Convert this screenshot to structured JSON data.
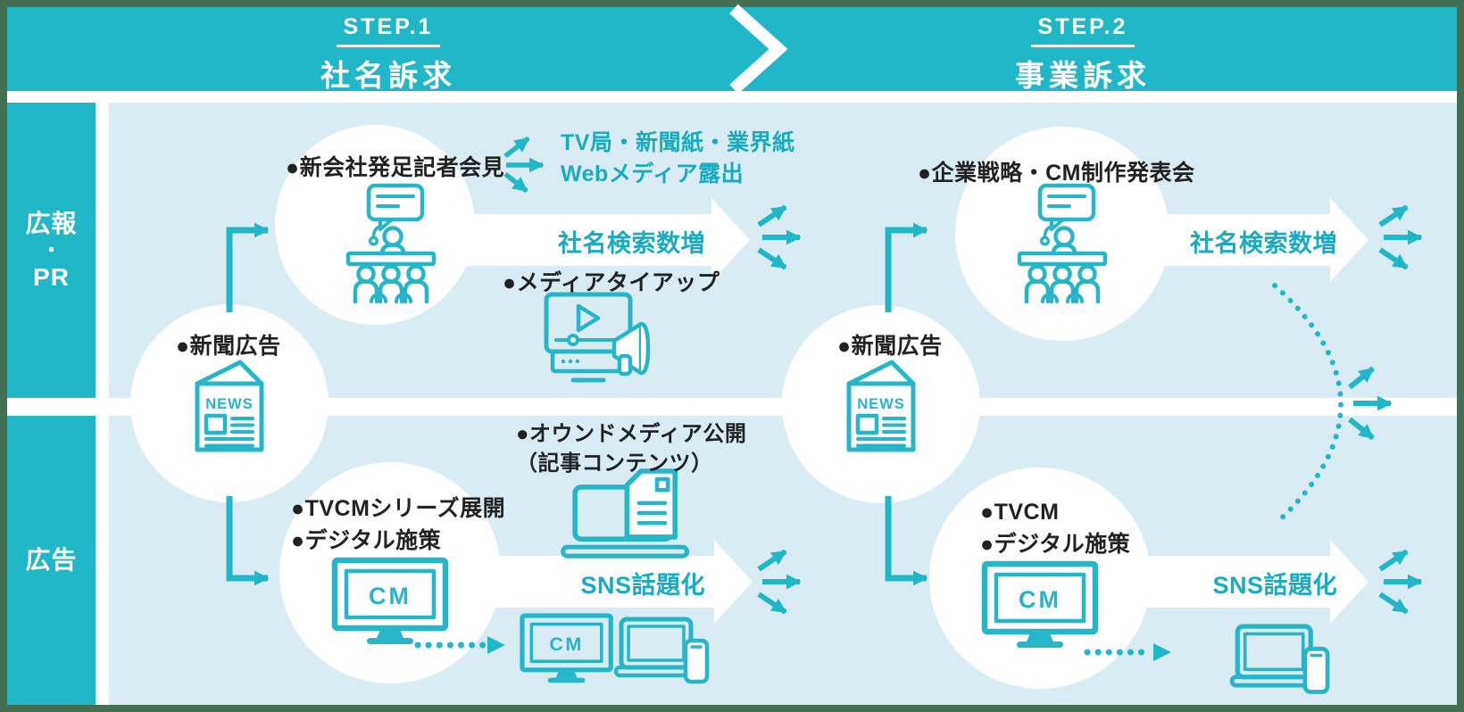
{
  "colors": {
    "accent": "#20b7c9",
    "accent_text": "#18abc2",
    "icon_stroke": "#26b5c9",
    "light_blue": "#d9ecf4",
    "ink": "#222222",
    "frame_green": "#446e52",
    "white": "#ffffff"
  },
  "header": {
    "step1_label": "STEP.1",
    "step1_title": "社名訴求",
    "step2_label": "STEP.2",
    "step2_title": "事業訴求"
  },
  "sidebar": {
    "pr_line1": "広報",
    "pr_dot": "・",
    "pr_line2": "PR",
    "ad_label": "広告"
  },
  "step1": {
    "press_event": "●新会社発足記者会見",
    "exposure_line1": "TV局・新聞紙・業界紙",
    "exposure_line2": "Webメディア露出",
    "search_banner": "社名検索数増",
    "media_tieup": "●メディアタイアップ",
    "newspaper_ad": "●新聞広告",
    "owned_media_line1": "●オウンドメディア公開",
    "owned_media_line2": "（記事コンテンツ）",
    "ad_item1": "●TVCMシリーズ展開",
    "ad_item2": "●デジタル施策",
    "sns_banner": "SNS話題化"
  },
  "step2": {
    "press_event": "●企業戦略・CM制作発表会",
    "search_banner": "社名検索数増",
    "newspaper_ad": "●新聞広告",
    "ad_item1": "●TVCM",
    "ad_item2": "●デジタル施策",
    "sns_banner": "SNS話題化"
  },
  "icons": {
    "news_text": "NEWS",
    "cm_text": "CM"
  }
}
